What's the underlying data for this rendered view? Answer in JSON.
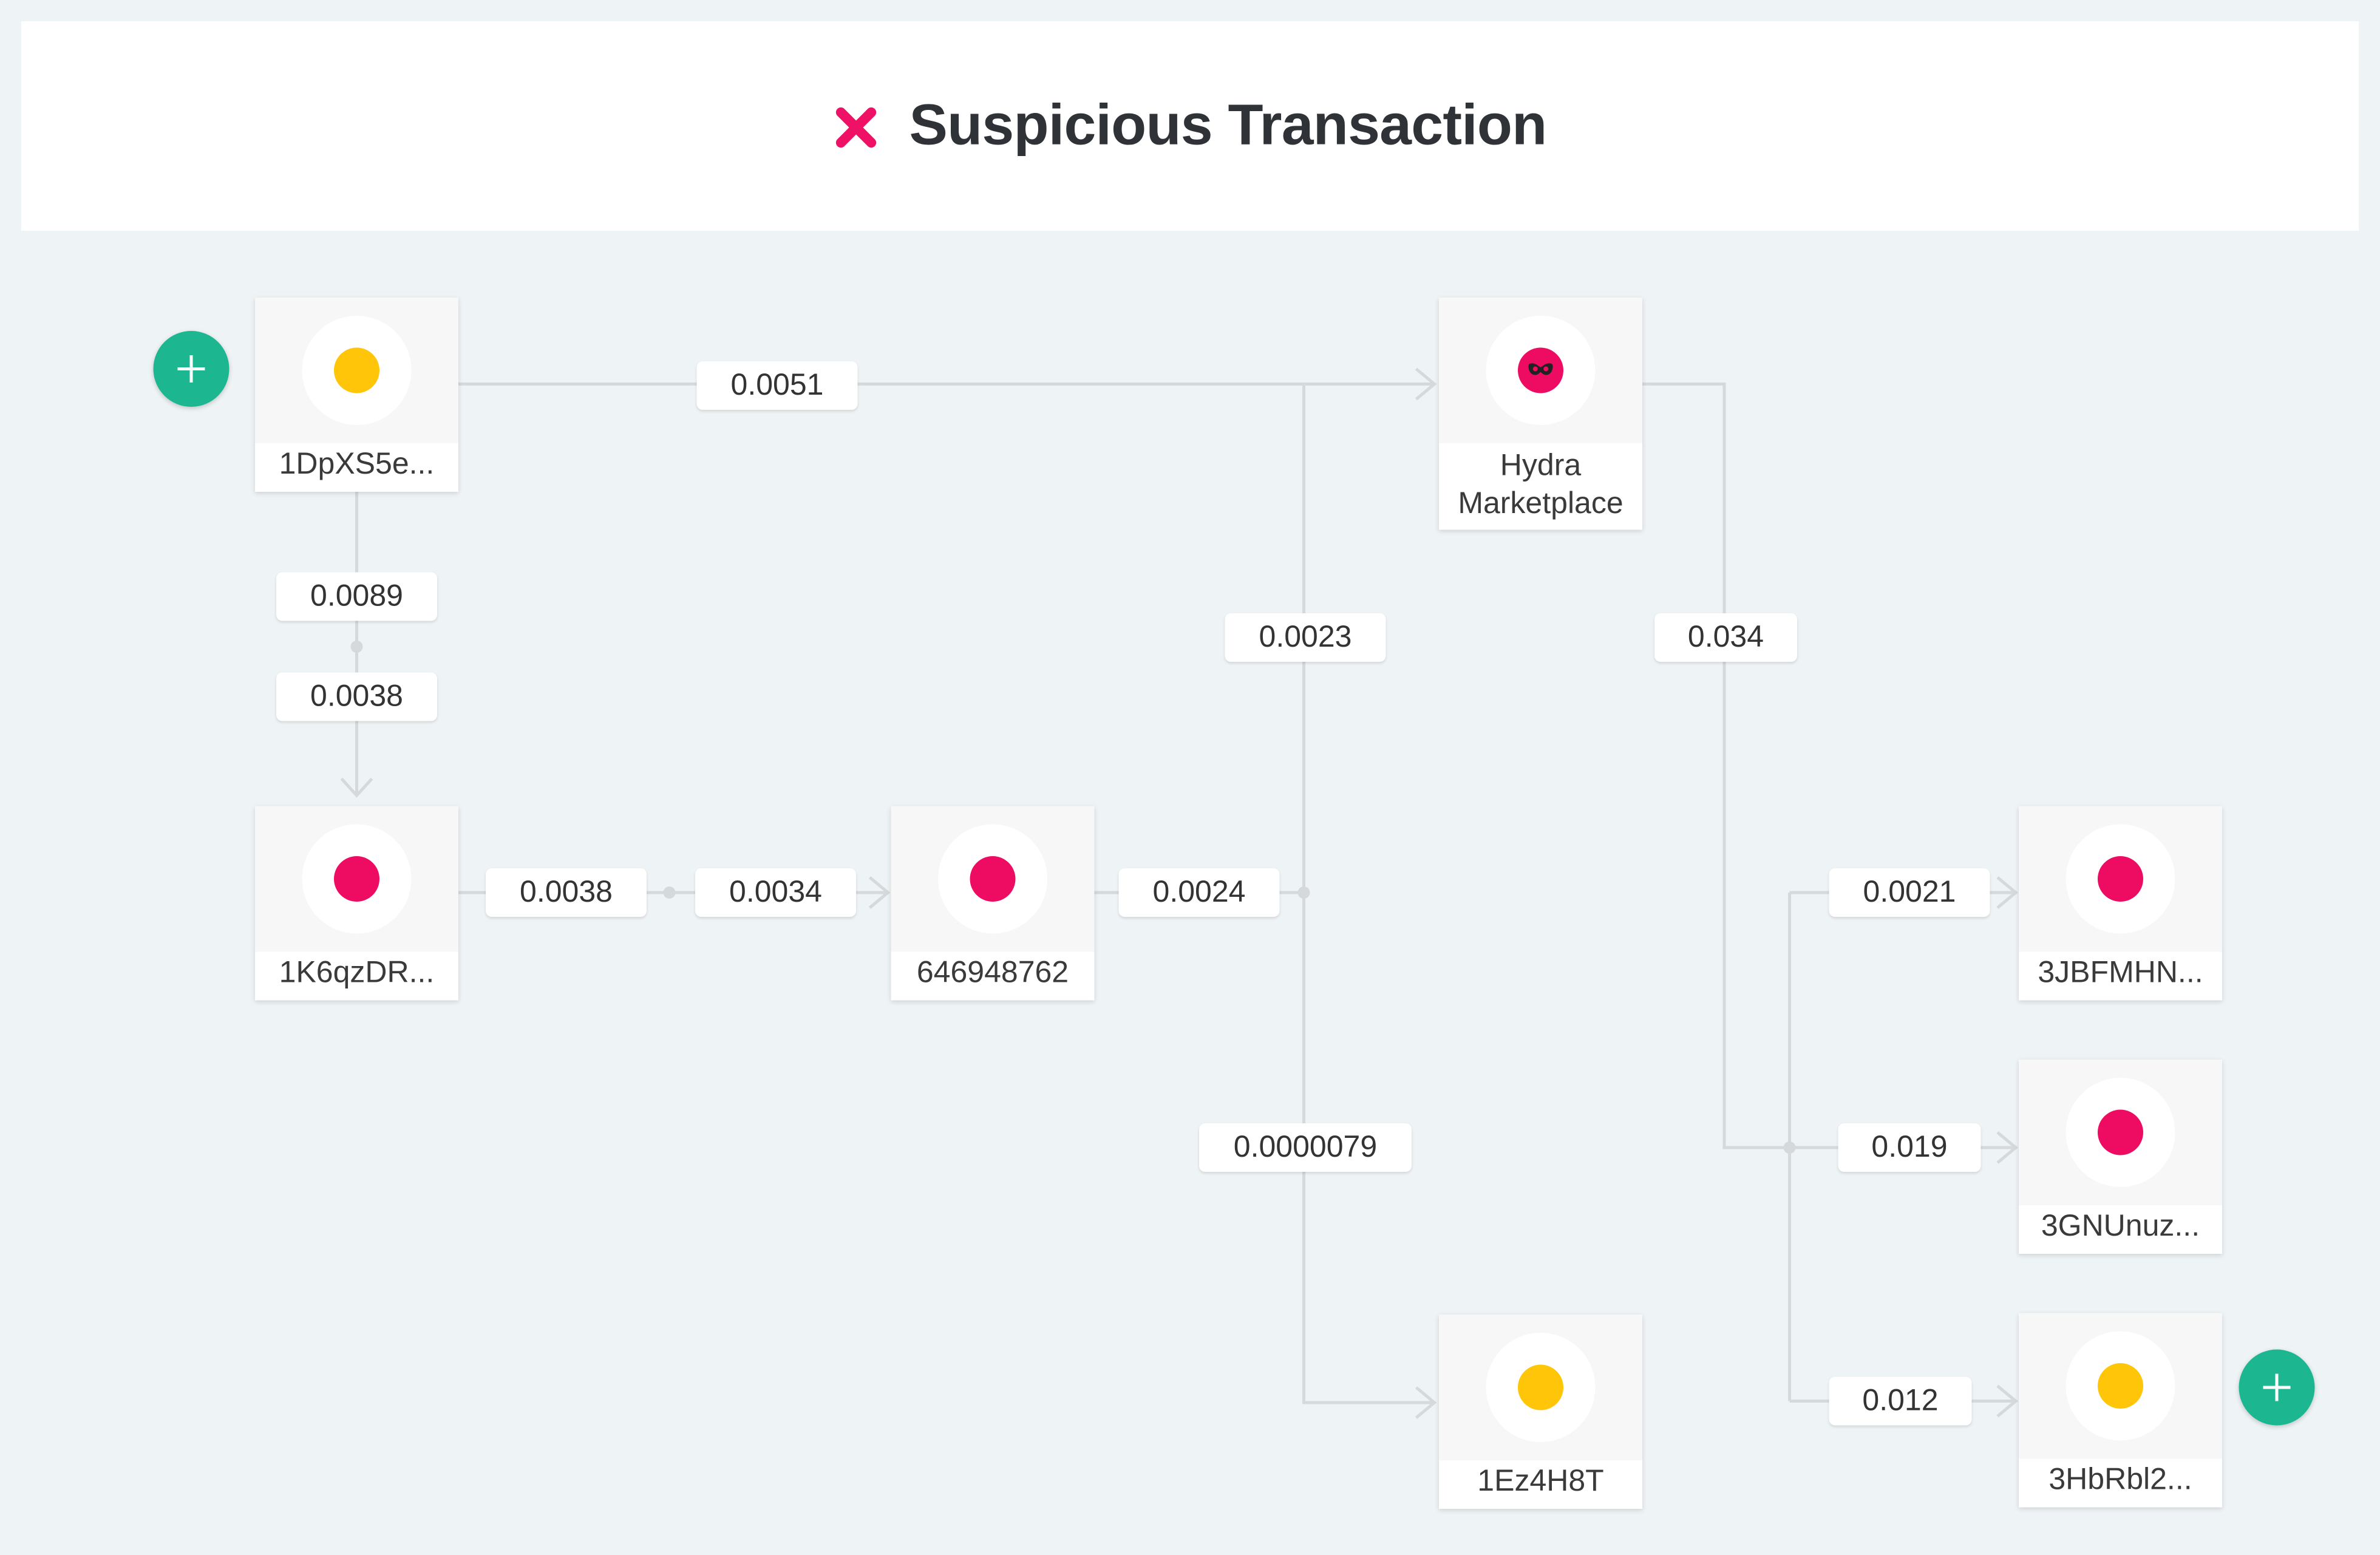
{
  "header": {
    "title": "Suspicious Transaction",
    "icon": "close-icon",
    "icon_color": "#ee1166"
  },
  "colors": {
    "yellow": "#ffc508",
    "pink": "#ee0c62",
    "mask": "#ee0c62",
    "plus": "#1cb791",
    "edge": "#d6d9dc",
    "background": "#eef3f5"
  },
  "nodes": {
    "n1": {
      "label": "1DpXS5e...",
      "kind": "yellow"
    },
    "n2": {
      "label": "1K6qzDR...",
      "kind": "pink"
    },
    "n3": {
      "label": "646948762",
      "kind": "pink"
    },
    "hydra": {
      "label": "Hydra Marketplace",
      "kind": "mask"
    },
    "n5": {
      "label": "1Ez4H8T",
      "kind": "yellow"
    },
    "n6": {
      "label": "3JBFMHN...",
      "kind": "pink"
    },
    "n7": {
      "label": "3GNUnuz...",
      "kind": "pink"
    },
    "n8": {
      "label": "3HbRbl2...",
      "kind": "yellow"
    }
  },
  "edges": {
    "e1": "0.0051",
    "e2": "0.0089",
    "e3": "0.0038",
    "e4": "0.0038",
    "e5": "0.0034",
    "e6": "0.0024",
    "e7": "0.0023",
    "e8": "0.0000079",
    "e9": "0.034",
    "e10": "0.0021",
    "e11": "0.019",
    "e12": "0.012"
  },
  "actions": {
    "expand_left": "plus-icon",
    "expand_right": "plus-icon"
  }
}
